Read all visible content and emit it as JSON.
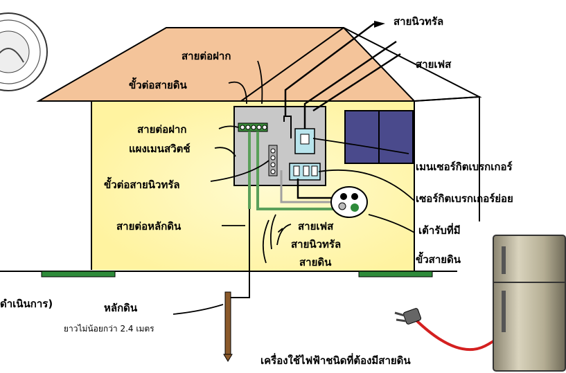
{
  "labels": {
    "neutral_wire_top": "สายนิวทรัล",
    "phase_wire_top": "สายเฟส",
    "bonding_wire_top": "สายต่อฝาก",
    "ground_terminal": "ขั้วต่อสายดิน",
    "bonding_wire_left": "สายต่อฝาก",
    "main_switch_panel": "แผงเมนสวิตช์",
    "neutral_terminal": "ขั้วต่อสายนิวทรัล",
    "ground_electrode_conductor": "สายต่อหลักดิน",
    "main_breaker": "เมนเซอร์กิตเบรกเกอร์",
    "sub_breaker": "เซอร์กิตเบรกเกอร์ย่อย",
    "outlet_line1": "เต้ารับที่มี",
    "outlet_line2": "ขั้วสายดิน",
    "wire_phase_inner": "สายเฟส",
    "wire_neutral_inner": "สายนิวทรัล",
    "wire_ground_inner": "สายดิน",
    "ground_rod": "หลักดิน",
    "ground_rod_length": "ยาวไม่น้อยกว่า 2.4 เมตร",
    "appliance": "เครื่องใช้ไฟฟ้าชนิดที่ต้องมีสายดิน",
    "cut_text": "ดำเนินการ)"
  },
  "colors": {
    "roof": "#f4c49a",
    "house_glow": "#fff7b8",
    "panel": "#c8c8c8",
    "window": "#4a4a8c",
    "ground_wire": "#5aa05a",
    "neutral_wire": "#a0a0a0",
    "phase_wire": "#000000",
    "rod": "#8b5a2b",
    "plug_cord": "#d42020",
    "fridge": "#b8b098"
  }
}
